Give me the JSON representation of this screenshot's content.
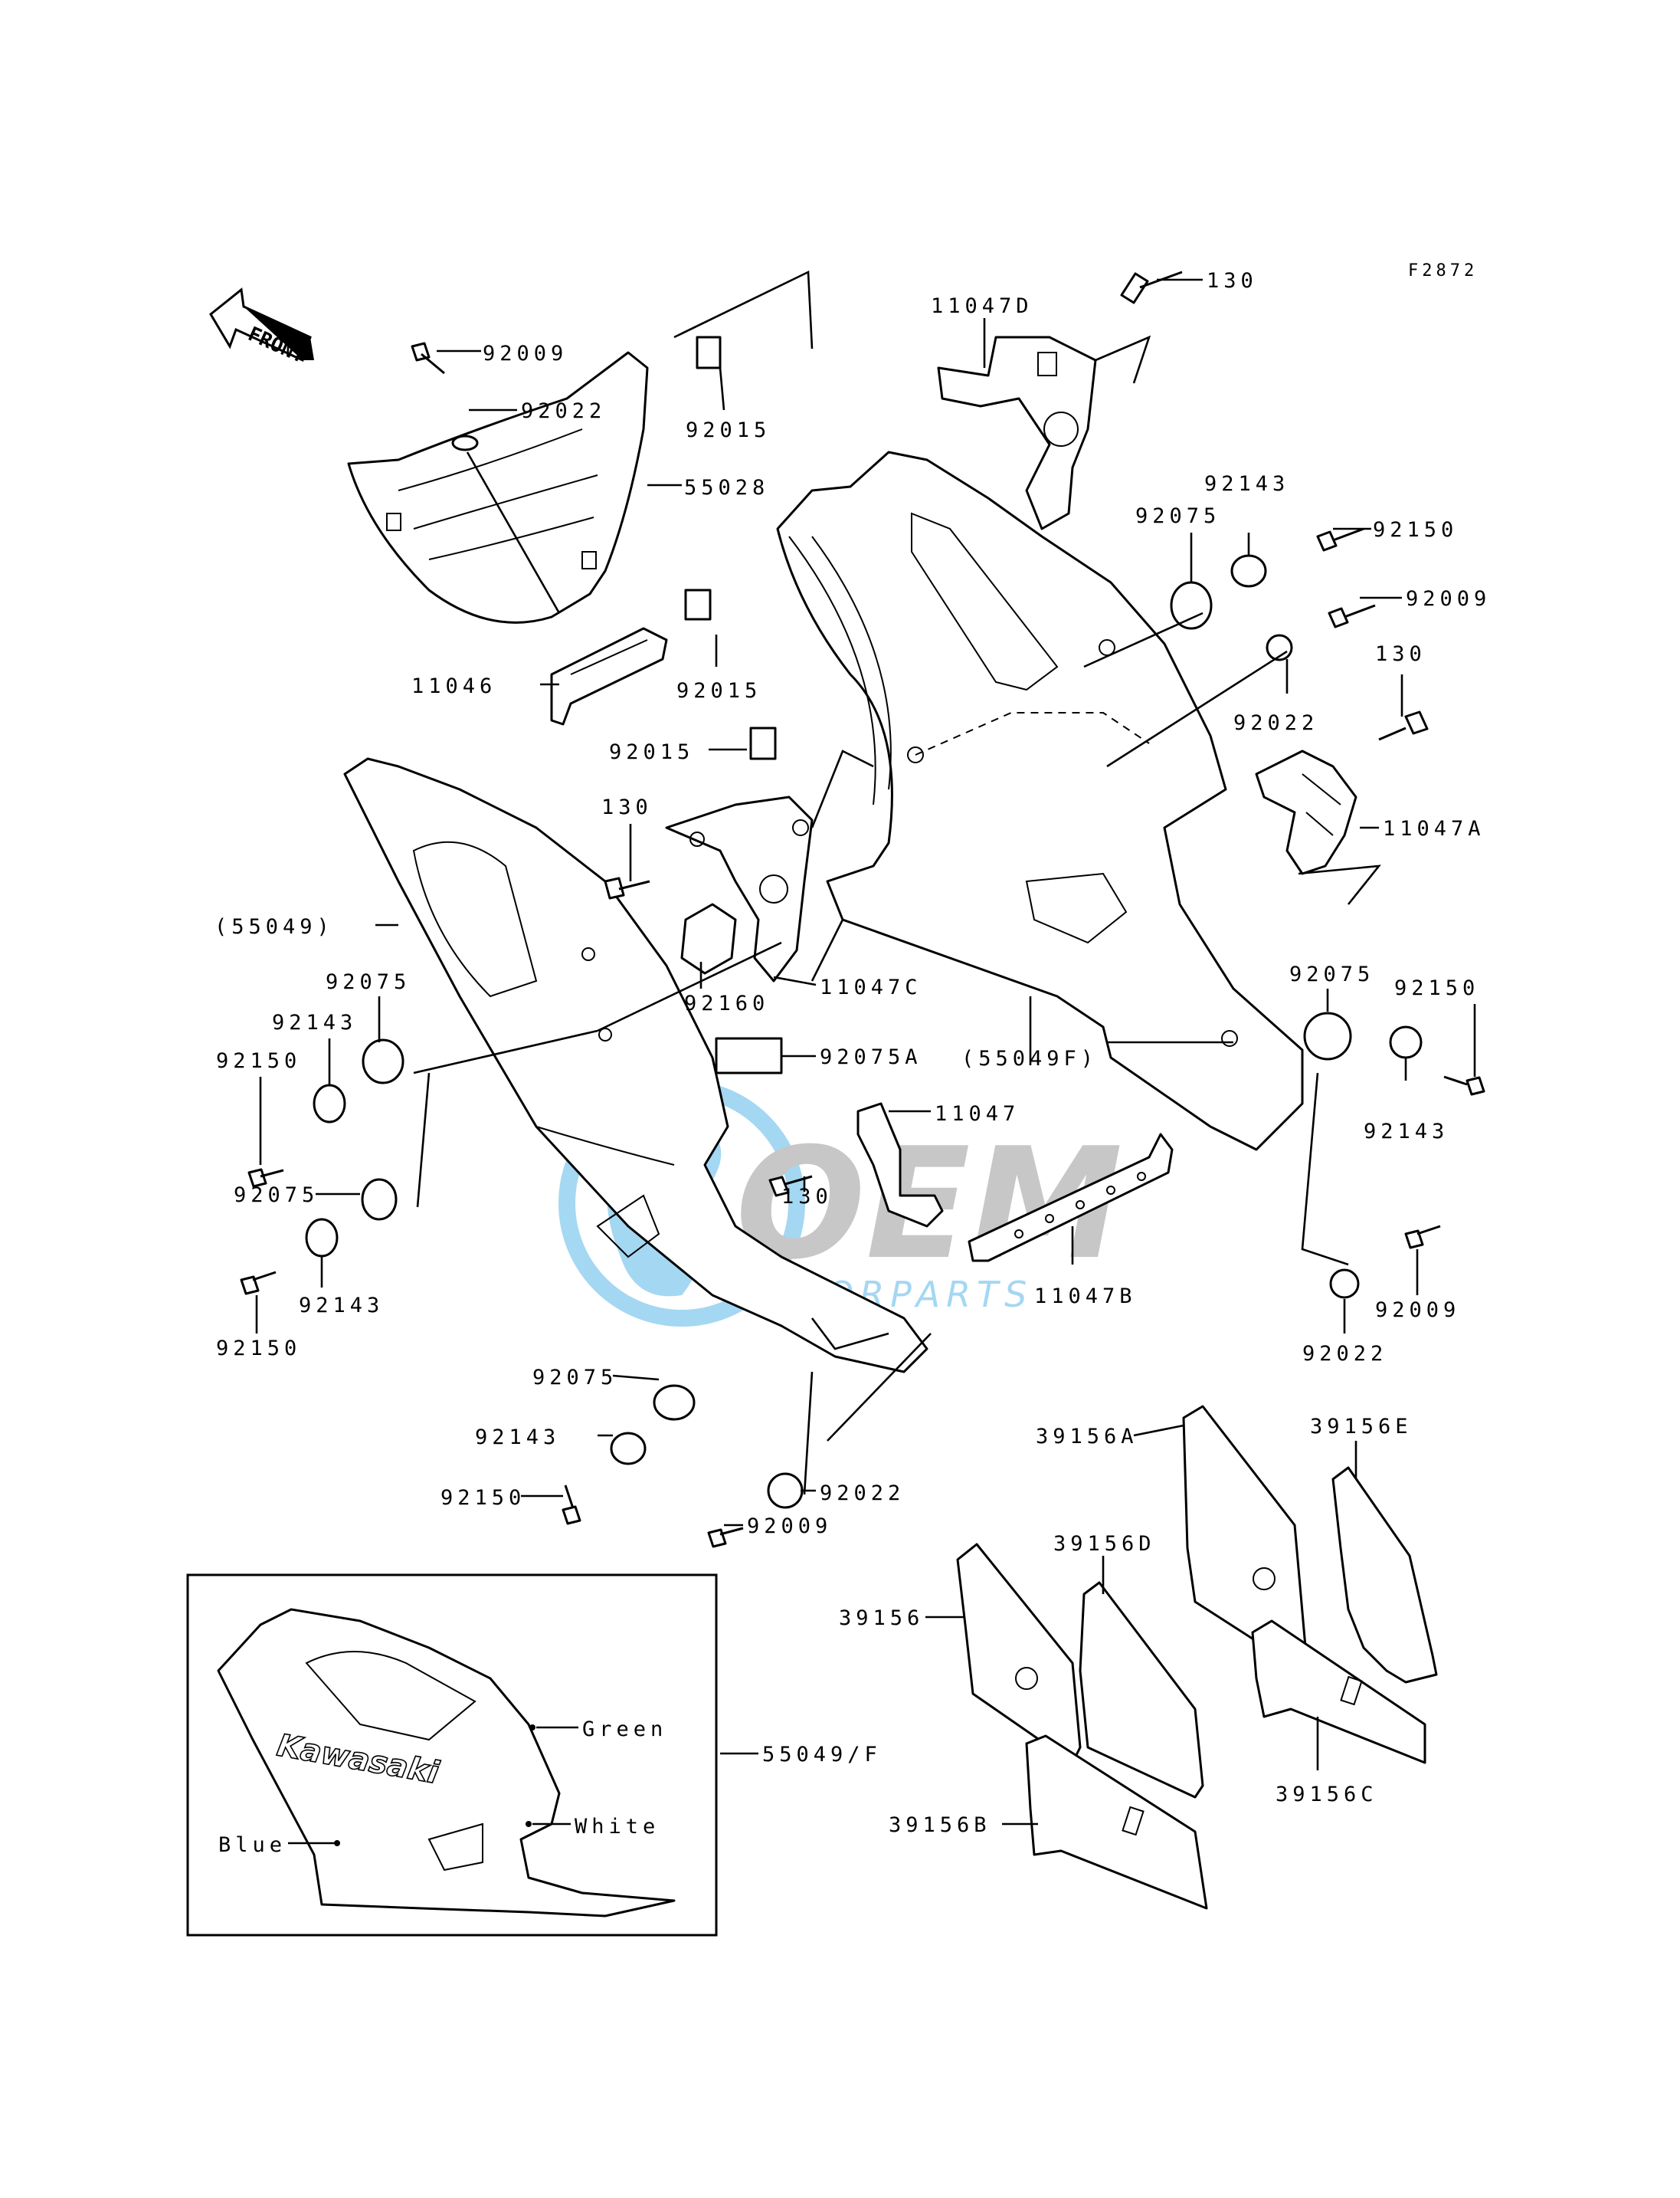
{
  "diagram": {
    "figure_code": "F2872",
    "front_label": "FRONT",
    "watermark": {
      "brand": "OEM",
      "sub": "MOTORPARTS",
      "color": "#5bb8e8",
      "gray": "#9a9a9a"
    },
    "inset_brand_text": "Kawasaki",
    "labels": [
      "92009",
      "92022",
      "92015",
      "55028",
      "11046",
      "92015",
      "92015",
      "11047D",
      "130",
      "92143",
      "92075",
      "92150",
      "92009",
      "92022",
      "130",
      "11047A",
      "130",
      "(55049)",
      "92075",
      "92143",
      "92150",
      "92160",
      "11047C",
      "92075A",
      "11047",
      "130",
      "(55049F)",
      "92075",
      "92150",
      "92143",
      "92075",
      "92143",
      "92150",
      "11047B",
      "92009",
      "92022",
      "92075",
      "92143",
      "92150",
      "92022",
      "92009",
      "39156A",
      "39156E",
      "39156D",
      "39156",
      "39156C",
      "39156B",
      "55049/F",
      "Green",
      "White",
      "Blue"
    ]
  }
}
